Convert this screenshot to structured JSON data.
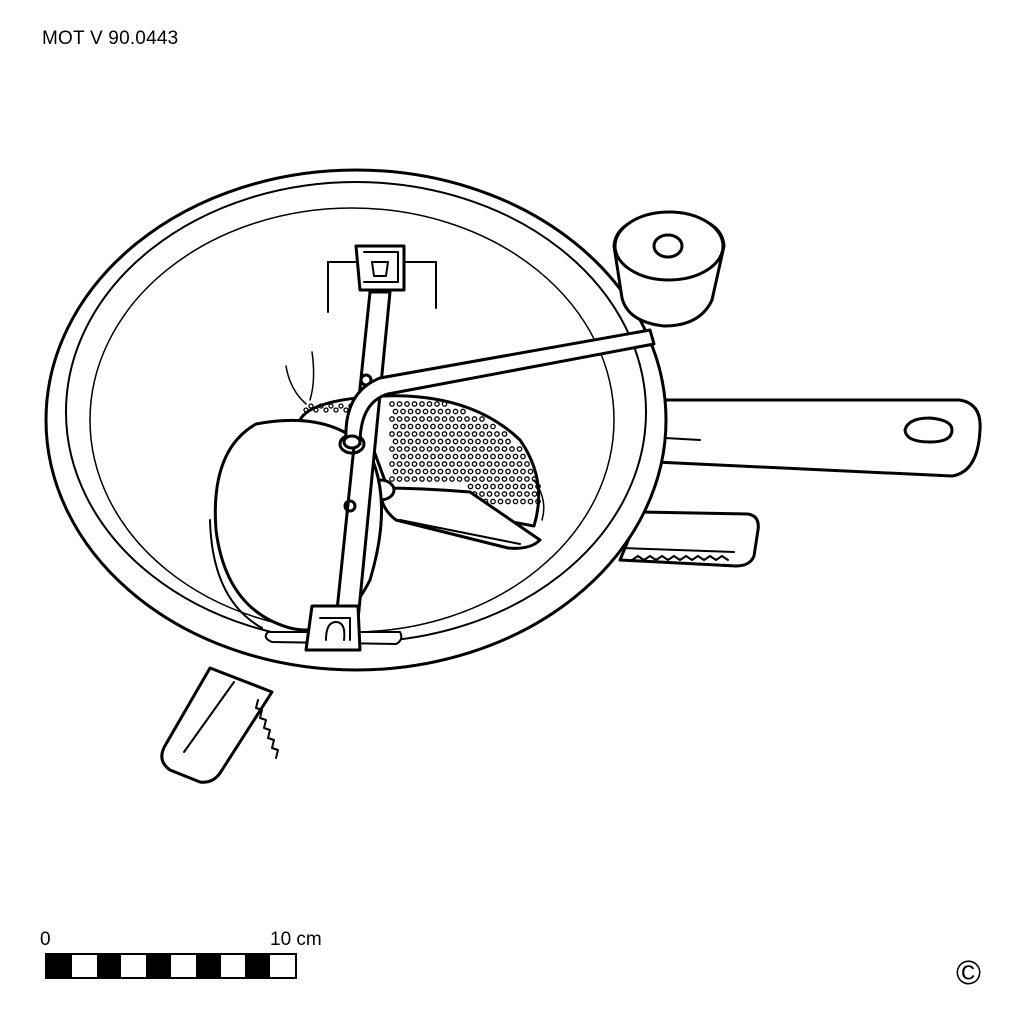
{
  "catalog": {
    "id": "MOT V 90.0443"
  },
  "scale": {
    "start_label": "0",
    "end_label": "10 cm",
    "segments": 10
  },
  "copyright": {
    "symbol": "©"
  },
  "drawing": {
    "subject": "food-mill-icon",
    "stroke": "#000000",
    "fill": "#ffffff"
  }
}
